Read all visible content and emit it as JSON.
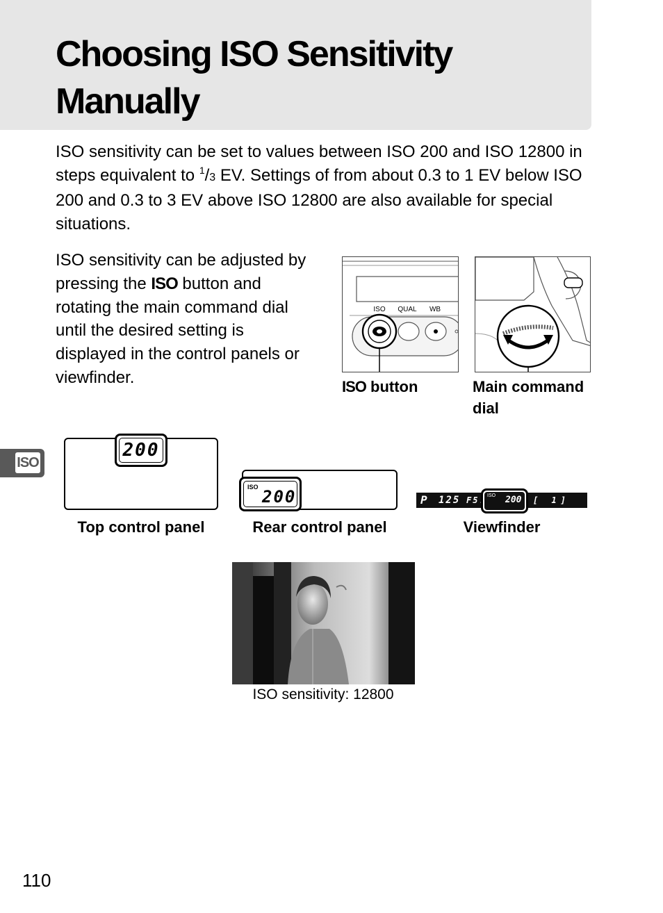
{
  "title": {
    "line1": "Choosing ISO Sensitivity",
    "line2": "Manually"
  },
  "intro": {
    "part1": "ISO sensitivity can be set to values between ISO 200 and ISO 12800 in steps equivalent to ",
    "fraction_num": "1",
    "fraction_den": "3",
    "part2": " EV. Settings of from about 0.3 to 1 EV below ISO 200 and 0.3 to 3 EV above ISO 12800 are also available for special situations."
  },
  "howto": {
    "part1": "ISO sensitivity can be adjusted by pressing the ",
    "button_name": "ISO",
    "part2": " button and rotating the main command dial until the desired setting is displayed in the control panels or viewfinder."
  },
  "camera_back": {
    "button_labels": [
      "ISO",
      "QUAL",
      "WB"
    ]
  },
  "figure_labels": {
    "iso_button_name": "ISO",
    "iso_button_suffix": " button",
    "main_dial_line1": "Main command",
    "main_dial_line2": "dial"
  },
  "side_tab": "ISO",
  "panels": {
    "top": {
      "value": "200",
      "caption": "Top control panel"
    },
    "rear": {
      "iso_label": "ISO",
      "value": "200",
      "caption": "Rear control panel"
    },
    "viewfinder": {
      "mode": "P",
      "shutter": "125",
      "aperture": "F5.6",
      "iso_label": "ISO",
      "value": "200",
      "bracket": "[   1]",
      "caption": "Viewfinder"
    }
  },
  "photo": {
    "caption": "ISO sensitivity: 12800"
  },
  "page_number": "110"
}
